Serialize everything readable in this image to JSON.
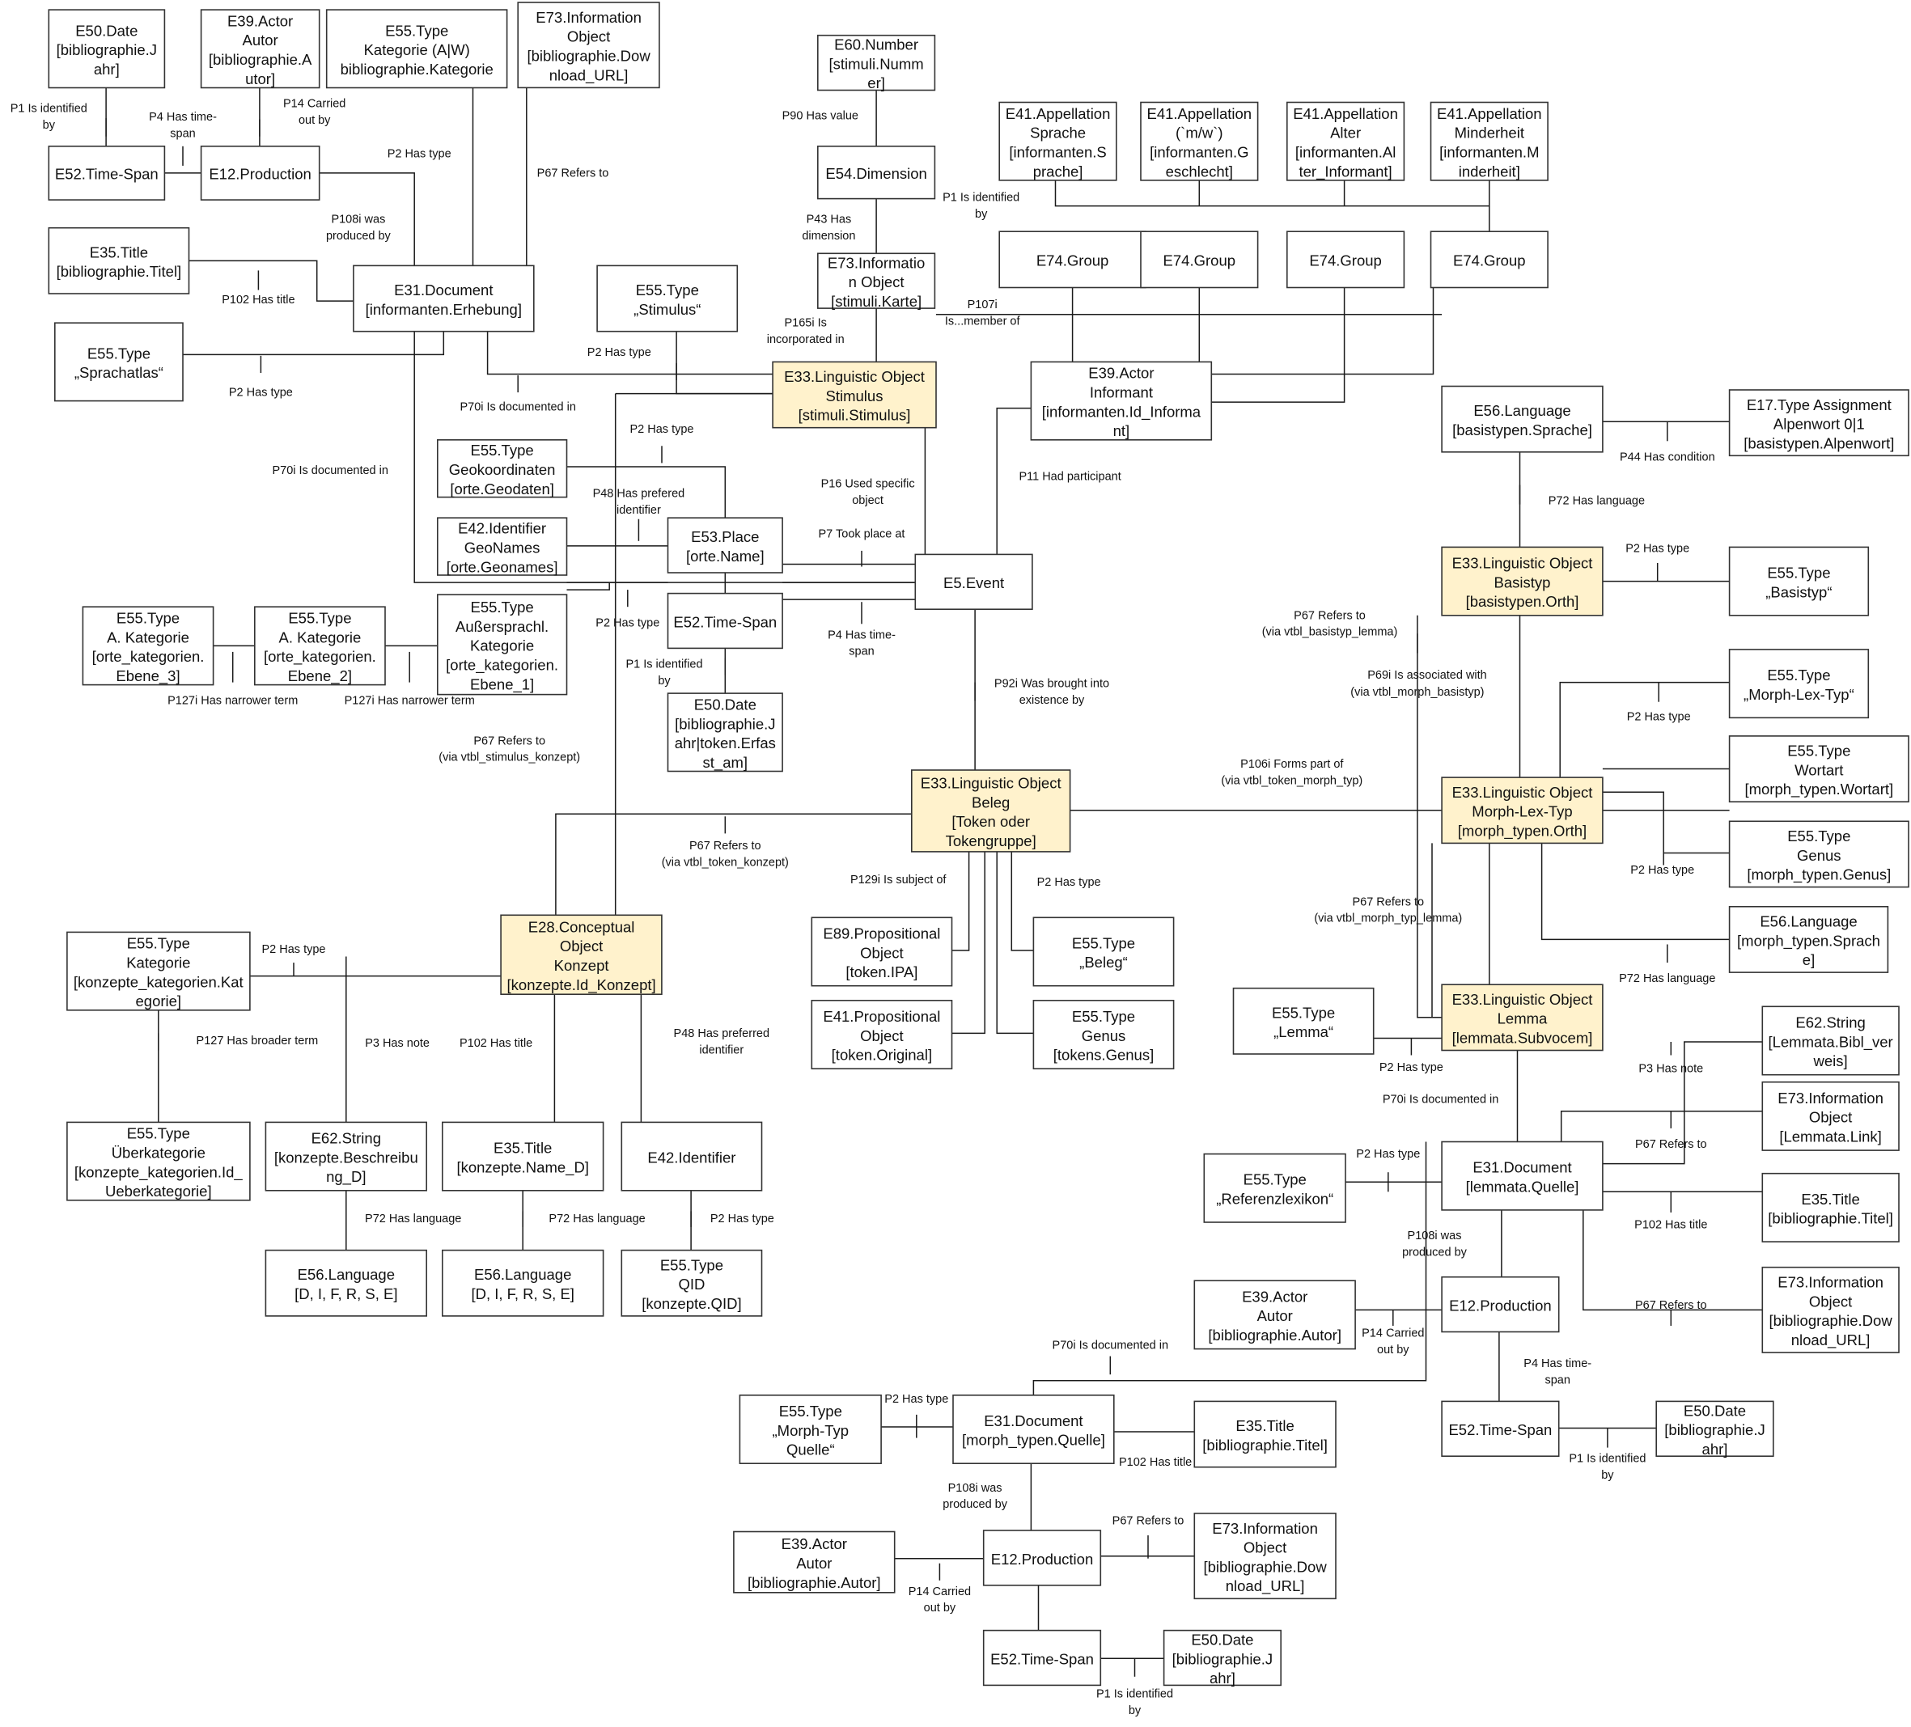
{
  "colors": {
    "highlight": "#FFF2CC",
    "plain": "#FFFFFF",
    "red": "#C00000",
    "text": "#111111"
  },
  "nodes": {
    "n1": {
      "lines": [
        "E50.Date",
        "[bibliographie.J",
        "ahr]"
      ]
    },
    "n2": {
      "lines": [
        "E39.Actor",
        "Autor",
        "[bibliographie.A",
        "utor]"
      ]
    },
    "n3": {
      "lines": [
        "E55.Type",
        "Kategorie (A|W)",
        "bibliographie.Kategorie"
      ]
    },
    "n4": {
      "lines": [
        "E73.Information",
        "Object",
        "[bibliographie.Dow",
        "nload_URL]"
      ]
    },
    "n5": {
      "lines": [
        "E52.Time-Span"
      ]
    },
    "n6": {
      "lines": [
        "E12.Production"
      ]
    },
    "n7": {
      "lines": [
        "E35.Title",
        "[bibliographie.Titel]"
      ]
    },
    "n8": {
      "lines": [
        "E31.Document",
        "[informanten.Erhebung]"
      ]
    },
    "n9": {
      "lines": [
        "E55.Type",
        "„Sprachatlas“"
      ]
    },
    "n10": {
      "lines": [
        "E60.Number",
        "[stimuli.Numm",
        "er]"
      ]
    },
    "n11": {
      "lines": [
        "E54.Dimension"
      ]
    },
    "n12": {
      "lines": [
        "E73.Informatio",
        "n Object",
        "[stimuli.Karte]"
      ]
    },
    "n13": {
      "lines": [
        "E55.Type",
        "„Stimulus“"
      ]
    },
    "n14": {
      "lines": [
        "E33.Linguistic Object",
        "Stimulus",
        "[stimuli.Stimulus]"
      ]
    },
    "n15": {
      "lines": [
        "E41.Appellation",
        "Sprache",
        "[informanten.S",
        "prache]"
      ]
    },
    "n16": {
      "lines": [
        "E41.Appellation",
        "(`m/w`)",
        "[informanten.G",
        "eschlecht]"
      ]
    },
    "n17": {
      "lines": [
        "E41.Appellation",
        "Alter",
        "[informanten.Al",
        "ter_Informant]"
      ]
    },
    "n18": {
      "lines": [
        "E41.Appellation",
        "Minderheit",
        "[informanten.M",
        "inderheit]"
      ]
    },
    "n19": {
      "lines": [
        "E74.Group"
      ]
    },
    "n20": {
      "lines": [
        "E74.Group"
      ]
    },
    "n21": {
      "lines": [
        "E74.Group"
      ]
    },
    "n22": {
      "lines": [
        "E74.Group"
      ]
    },
    "n23": {
      "lines": [
        "E39.Actor",
        "Informant",
        "[informanten.Id_Informa",
        "nt]"
      ]
    },
    "n24": {
      "lines": [
        "E55.Type",
        "Geokoordinaten",
        "[orte.Geodaten]"
      ]
    },
    "n25": {
      "lines": [
        "E42.Identifier",
        "GeoNames",
        "[orte.Geonames]"
      ]
    },
    "n26": {
      "lines": [
        "E53.Place",
        "[orte.Name]"
      ]
    },
    "n27": {
      "lines": [
        "E5.Event"
      ]
    },
    "n28": {
      "lines": [
        "E55.Type",
        "A. Kategorie",
        "[orte_kategorien.",
        "Ebene_3]"
      ]
    },
    "n29": {
      "lines": [
        "E55.Type",
        "A. Kategorie",
        "[orte_kategorien.",
        "Ebene_2]"
      ]
    },
    "n30": {
      "lines": [
        "E55.Type",
        "Außersprachl.",
        "Kategorie",
        "[orte_kategorien.",
        "Ebene_1]"
      ]
    },
    "n31": {
      "lines": [
        "E52.Time-Span"
      ]
    },
    "n32": {
      "lines": [
        "E50.Date",
        "[bibliographie.J",
        "ahr|token.Erfas",
        "st_am]"
      ]
    },
    "n33": {
      "lines": [
        "E56.Language",
        "[basistypen.Sprache]"
      ]
    },
    "n34": {
      "lines": [
        "E17.Type Assignment",
        "Alpenwort 0|1",
        "[basistypen.Alpenwort]"
      ]
    },
    "n35": {
      "lines": [
        "E33.Linguistic Object",
        "Basistyp",
        "[basistypen.Orth]"
      ]
    },
    "n36": {
      "lines": [
        "E55.Type",
        "„Basistyp“"
      ]
    },
    "n37": {
      "lines": [
        "E55.Type",
        "„Morph-Lex-Typ“"
      ]
    },
    "n38": {
      "lines": [
        "E55.Type",
        "Wortart",
        "[morph_typen.Wortart]"
      ]
    },
    "n39": {
      "lines": [
        "E33.Linguistic Object",
        "Morph-Lex-Typ",
        "[morph_typen.Orth]"
      ]
    },
    "n40": {
      "lines": [
        "E55.Type",
        "Genus",
        "[morph_typen.Genus]"
      ]
    },
    "n41": {
      "lines": [
        "E56.Language",
        "[morph_typen.Sprach",
        "e]"
      ]
    },
    "n42": {
      "lines": [
        "E33.Linguistic Object",
        "Beleg",
        "[Token oder",
        "Tokengruppe]"
      ]
    },
    "n43": {
      "lines": [
        "E89.Propositional",
        "Object",
        "[token.IPA]"
      ]
    },
    "n44": {
      "lines": [
        "E55.Type",
        "„Beleg“"
      ]
    },
    "n45": {
      "lines": [
        "E41.Propositional",
        "Object",
        "[token.Original]"
      ]
    },
    "n46": {
      "lines": [
        "E55.Type",
        "Genus",
        "[tokens.Genus]"
      ]
    },
    "n47": {
      "lines": [
        "E55.Type",
        "Kategorie",
        "[konzepte_kategorien.Kat",
        "egorie]"
      ]
    },
    "n48": {
      "lines": [
        "E28.Conceptual",
        "Object",
        "Konzept",
        "[konzepte.Id_Konzept]"
      ]
    },
    "n49": {
      "lines": [
        "E55.Type",
        "Überkategorie",
        "[konzepte_kategorien.Id_",
        "Ueberkategorie]"
      ]
    },
    "n50": {
      "lines": [
        "E62.String",
        "[konzepte.Beschreibu",
        "ng_D]"
      ]
    },
    "n51": {
      "lines": [
        "E35.Title",
        "[konzepte.Name_D]"
      ]
    },
    "n52": {
      "lines": [
        "E42.Identifier"
      ]
    },
    "n53": {
      "lines": [
        "E56.Language",
        "[D, I, F, R, S, E]"
      ]
    },
    "n54": {
      "lines": [
        "E56.Language",
        "[D, I, F, R, S, E]"
      ]
    },
    "n55": {
      "lines": [
        "E55.Type",
        "QID",
        "[konzepte.QID]"
      ]
    },
    "n56": {
      "lines": [
        "E55.Type",
        "„Lemma“"
      ]
    },
    "n57": {
      "lines": [
        "E33.Linguistic Object",
        "Lemma",
        "[lemmata.Subvocem]"
      ]
    },
    "n58": {
      "lines": [
        "E62.String",
        "[Lemmata.Bibl_ver",
        "weis]"
      ]
    },
    "n59": {
      "lines": [
        "E73.Information",
        "Object",
        "[Lemmata.Link]"
      ]
    },
    "n60": {
      "lines": [
        "E55.Type",
        "„Referenzlexikon“"
      ]
    },
    "n61": {
      "lines": [
        "E31.Document",
        "[lemmata.Quelle]"
      ]
    },
    "n62": {
      "lines": [
        "E35.Title",
        "[bibliographie.Titel]"
      ]
    },
    "n63": {
      "lines": [
        "E73.Information",
        "Object",
        "[bibliographie.Dow",
        "nload_URL]"
      ]
    },
    "n64": {
      "lines": [
        "E39.Actor",
        "Autor",
        "[bibliographie.Autor]"
      ]
    },
    "n65": {
      "lines": [
        "E12.Production"
      ]
    },
    "n66": {
      "lines": [
        "E52.Time-Span"
      ]
    },
    "n67": {
      "lines": [
        "E50.Date",
        "[bibliographie.J",
        "ahr]"
      ]
    },
    "n68": {
      "lines": [
        "E55.Type",
        "„Morph-Typ",
        "Quelle“"
      ]
    },
    "n69": {
      "lines": [
        "E31.Document",
        "[morph_typen.Quelle]"
      ]
    },
    "n70": {
      "lines": [
        "E35.Title",
        "[bibliographie.Titel]"
      ]
    },
    "n71": {
      "lines": [
        "E39.Actor",
        "Autor",
        "[bibliographie.Autor]"
      ]
    },
    "n72": {
      "lines": [
        "E12.Production"
      ]
    },
    "n73": {
      "lines": [
        "E73.Information",
        "Object",
        "[bibliographie.Dow",
        "nload_URL]"
      ]
    },
    "n74": {
      "lines": [
        "E52.Time-Span"
      ]
    },
    "n75": {
      "lines": [
        "E50.Date",
        "[bibliographie.J",
        "ahr]"
      ]
    }
  },
  "labels": {
    "l1": {
      "lines": [
        "P1 Is identified",
        "by"
      ]
    },
    "l2": {
      "lines": [
        "P4 Has time-",
        "span"
      ]
    },
    "l3": {
      "lines": [
        "P14 Carried",
        "out by"
      ]
    },
    "l4": {
      "lines": [
        "P2 Has type"
      ]
    },
    "l5": {
      "lines": [
        "P67 Refers to"
      ]
    },
    "l6": {
      "lines": [
        "P108i was",
        "produced by"
      ]
    },
    "l7": {
      "lines": [
        "P102 Has title"
      ]
    },
    "l8": {
      "lines": [
        "P2 Has type"
      ]
    },
    "l9": {
      "lines": [
        "P90 Has value"
      ]
    },
    "l10": {
      "lines": [
        "P43 Has",
        "dimension"
      ]
    },
    "l11": {
      "lines": [
        "P165i Is",
        "incorporated in"
      ]
    },
    "l12": {
      "lines": [
        "P2 Has type"
      ]
    },
    "l13": {
      "lines": [
        "P70i Is documented in"
      ]
    },
    "l14": {
      "lines": [
        "P1 Is identified",
        "by"
      ]
    },
    "l15": {
      "lines": [
        "P107i",
        "Is...member of"
      ]
    },
    "l16": {
      "lines": [
        "P2 Has type"
      ]
    },
    "l17": {
      "lines": [
        "P48 Has prefered",
        "identifier"
      ]
    },
    "l18": {
      "lines": [
        "P70i Is documented in"
      ]
    },
    "l19": {
      "lines": [
        "P16 Used specific",
        "object"
      ]
    },
    "l20": {
      "lines": [
        "P11 Had participant"
      ]
    },
    "l21": {
      "lines": [
        "P7 Took place at"
      ]
    },
    "l22": {
      "lines": [
        "P2 Has type"
      ]
    },
    "l23": {
      "lines": [
        "P4 Has time-",
        "span"
      ]
    },
    "l24": {
      "lines": [
        "P1 Is identified",
        "by"
      ]
    },
    "l25": {
      "lines": [
        "P127i Has narrower term"
      ]
    },
    "l26": {
      "lines": [
        "P127i Has narrower term"
      ]
    },
    "l27": {
      "lines": [
        "P92i Was brought into",
        "existence by"
      ]
    },
    "l28": {
      "lines": [
        "P67 Refers to",
        "(via vtbl_stimulus_konzept)"
      ]
    },
    "l29": {
      "lines": [
        "P44 Has condition"
      ]
    },
    "l30": {
      "lines": [
        "P72 Has language"
      ]
    },
    "l31": {
      "lines": [
        "P2 Has type"
      ]
    },
    "l32": {
      "lines": [
        "P67 Refers to",
        "(via vtbl_basistyp_lemma)"
      ]
    },
    "l33": {
      "lines": [
        "P69i Is associated with"
      ]
    },
    "l33b": {
      "lines": [
        "(via vtbl_morph_basistyp)"
      ]
    },
    "l34": {
      "lines": [
        "P2 Has type"
      ]
    },
    "l35": {
      "lines": [
        "P106i Forms part of",
        "(via vtbl_token_morph_typ)"
      ]
    },
    "l36": {
      "lines": [
        "P67 Refers to",
        "(via vtbl_token_konzept)"
      ]
    },
    "l37": {
      "lines": [
        "P129i Is subject of"
      ]
    },
    "l38": {
      "lines": [
        "P2 Has type"
      ]
    },
    "l39": {
      "lines": [
        "P2 Has type"
      ]
    },
    "l40": {
      "lines": [
        "P67 Refers to",
        "(via vtbl_morph_typ_lemma)"
      ]
    },
    "l41": {
      "lines": [
        "P72 Has language"
      ]
    },
    "l42": {
      "lines": [
        "P2 Has type"
      ]
    },
    "l43": {
      "lines": [
        "P127 Has broader term"
      ]
    },
    "l44": {
      "lines": [
        "P3 Has note"
      ]
    },
    "l45": {
      "lines": [
        "P102 Has title"
      ]
    },
    "l46": {
      "lines": [
        "P48 Has preferred",
        "identifier"
      ]
    },
    "l47": {
      "lines": [
        "P72 Has language"
      ]
    },
    "l48": {
      "lines": [
        "P72 Has language"
      ]
    },
    "l49": {
      "lines": [
        "P2 Has type"
      ]
    },
    "l50": {
      "lines": [
        "P2 Has type"
      ]
    },
    "l51": {
      "lines": [
        "P70i Is documented in"
      ]
    },
    "l52": {
      "lines": [
        "P3 Has note"
      ]
    },
    "l53": {
      "lines": [
        "P67 Refers to"
      ]
    },
    "l54": {
      "lines": [
        "P2 Has type"
      ]
    },
    "l55": {
      "lines": [
        "P102 Has title"
      ]
    },
    "l56": {
      "lines": [
        "P108i was",
        "produced by"
      ]
    },
    "l57": {
      "lines": [
        "P67 Refers to"
      ]
    },
    "l58": {
      "lines": [
        "P14 Carried",
        "out by"
      ]
    },
    "l59": {
      "lines": [
        "P4 Has time-",
        "span"
      ]
    },
    "l60": {
      "lines": [
        "P1 Is identified",
        "by"
      ]
    },
    "l61": {
      "lines": [
        "P70i Is documented in"
      ]
    },
    "l62": {
      "lines": [
        "P2 Has type"
      ]
    },
    "l63": {
      "lines": [
        "P102 Has title"
      ]
    },
    "l64": {
      "lines": [
        "P108i was",
        "produced by"
      ]
    },
    "l65": {
      "lines": [
        "P67 Refers to"
      ]
    },
    "l66": {
      "lines": [
        "P14 Carried",
        "out by"
      ]
    },
    "l67": {
      "lines": [
        "P1 Is identified",
        "by"
      ]
    }
  }
}
